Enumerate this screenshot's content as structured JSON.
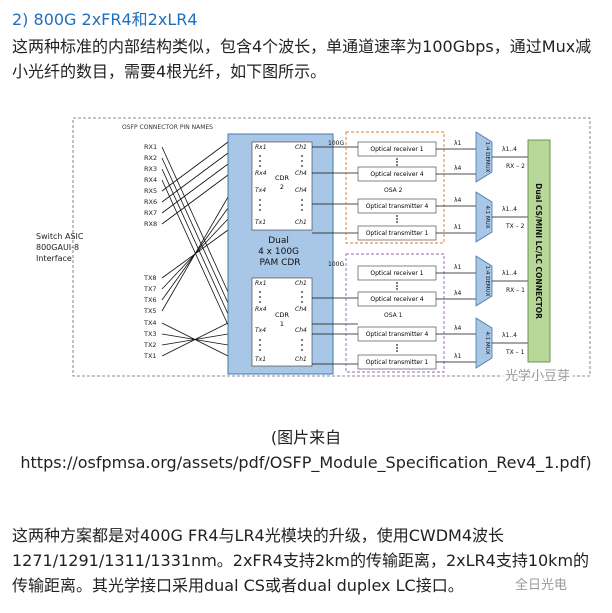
{
  "heading": "2) 800G 2xFR4和2xLR4",
  "para1": "这两种标准的内部结构类似，包含4个波长，单通道速率为100Gbps，通过Mux减小光纤的数目，需要4根光纤，如下图所示。",
  "caption": {
    "line1": "(图片来自",
    "line2": "https://osfpmsa.org/assets/pdf/OSFP_Module_Specification_Rev4_1.pdf)"
  },
  "para2": "这两种方案都是对400G FR4与LR4光模块的升级，使用CWDM4波长1271/1291/1311/1331nm。2xFR4支持2km的传输距离，2xLR4支持10km的传输距离。其光学接口采用dual CS或者dual duplex LC接口。",
  "watermark1": "光学小豆芽",
  "watermark2": "全日光电",
  "diagram": {
    "pin_names": "OSFP CONNECTOR PIN NAMES",
    "asic": [
      "Switch ASIC",
      "800GAUI-8",
      "Interface"
    ],
    "rx_pins": [
      "RX1",
      "RX2",
      "RX3",
      "RX4",
      "RX5",
      "RX6",
      "RX7",
      "RX8"
    ],
    "tx_pins": [
      "TX8",
      "TX7",
      "TX6",
      "TX5",
      "TX4",
      "TX3",
      "TX2",
      "TX1"
    ],
    "cdr_center": [
      "Dual",
      "4 x 100G",
      "PAM CDR"
    ],
    "cdr2": [
      "CDR",
      "2"
    ],
    "cdr1": [
      "CDR",
      "1"
    ],
    "cdr2_left": [
      "Rx1",
      "Rx4",
      "Tx4",
      "Tx1"
    ],
    "cdr2_right": [
      "Ch1",
      "Ch4",
      "Ch4",
      "Ch1"
    ],
    "cdr1_left": [
      "Rx1",
      "Rx4",
      "Tx4",
      "Tx1"
    ],
    "cdr1_right": [
      "Ch1",
      "Ch4",
      "Ch4",
      "Ch1"
    ],
    "rate": "100G",
    "osa2": [
      "Optical receiver 1",
      "Optical receiver 4",
      "Optical transmitter 4",
      "Optical transmitter 1"
    ],
    "osa1": [
      "Optical receiver 1",
      "Optical receiver 4",
      "Optical transmitter 4",
      "Optical transmitter 1"
    ],
    "osa2_label": "OSA 2",
    "osa1_label": "OSA 1",
    "lam1": "λ1",
    "lam4": "λ4",
    "lam_range": "λ1..4",
    "demux": "1:4 DEMUX",
    "mux": "4:1 MUX",
    "ports": [
      "RX – 2",
      "TX – 2",
      "RX – 1",
      "TX – 1"
    ],
    "connector": "Dual  CS/MINI LC/LC CONNECTOR"
  }
}
